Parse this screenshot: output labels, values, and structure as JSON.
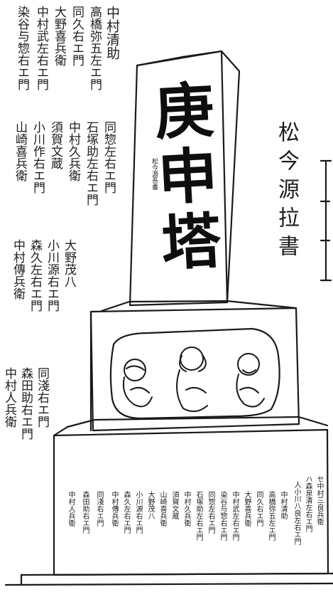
{
  "monument": {
    "title": "庚申塔",
    "title_sub": "松今源吾書",
    "calligrapher": "松今源拉書"
  },
  "left_upper": [
    "中村清助",
    "高橋弥五左エ門",
    "同久右エ門",
    "大野喜兵衛",
    "中村武左右エ門",
    "染谷与惣右エ門"
  ],
  "left_middle": [
    "同惣左右エ門",
    "石塚助左右エ門",
    "中村久兵衛",
    "須賀文蔵",
    "小川作右エ門",
    "山崎喜兵衛"
  ],
  "left_lower": [
    "大野茂八",
    "小川源右エ門",
    "森久左右エ門",
    "中村傳兵衛"
  ],
  "left_bottom": [
    "同淺右エ門",
    "森田助右エ門",
    "中村人兵衛"
  ],
  "base_names": [
    "セ中村三良兵衛",
    "ハ森泉清左右エ門",
    "人小川八良左右エ門",
    "中村清助",
    "高橋弥五左エ門",
    "同久右エ門",
    "大野喜兵衛",
    "中村武左右エ門",
    "染谷与惣右エ門",
    "同惣左右エ門",
    "石塚助左右エ門",
    "中村久兵衛",
    "須賀文蔵",
    "山崎喜兵衛",
    "大野茂八",
    "小川源右エ門",
    "森久左右エ門",
    "中村傳兵衛",
    "同淺右エ門",
    "森田助右エ門",
    "中村人兵衛"
  ],
  "colors": {
    "ink": "#1a1a1a",
    "paper": "#ffffff"
  }
}
